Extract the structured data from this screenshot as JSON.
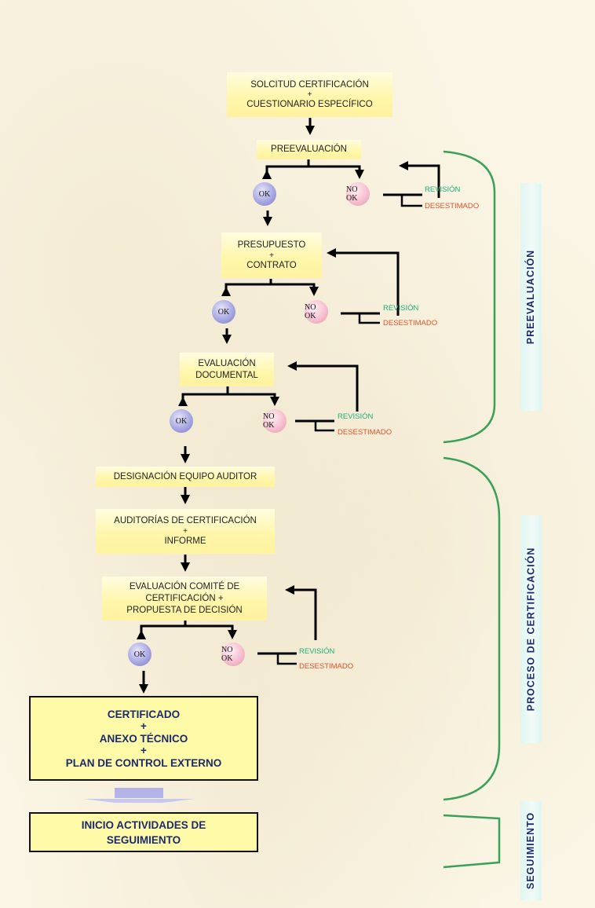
{
  "steps": {
    "solicitud": [
      "SOLCITUD CERTIFICACIÓN",
      "+",
      "CUESTIONARIO ESPECÍFICO"
    ],
    "preevaluacion": "PREEVALUACIÓN",
    "presupuesto": [
      "PRESUPUESTO",
      "+",
      "CONTRATO"
    ],
    "evaluacion_documental": [
      "EVALUACIÓN",
      "DOCUMENTAL"
    ],
    "designacion": "DESIGNACIÓN EQUIPO AUDITOR",
    "auditorias": [
      "AUDITORÍAS DE CERTIFICACIÓN",
      "+",
      "INFORME"
    ],
    "comite": [
      "EVALUACIÓN COMITÉ DE",
      "CERTIFICACIÓN +",
      "PROPUESTA DE DECISIÓN"
    ]
  },
  "decision": {
    "ok": "OK",
    "no_ok": "NO OK",
    "revision": "REVISIÓN",
    "desestimado": "DESESTIMADO"
  },
  "final_box": [
    "CERTIFICADO",
    "+",
    "ANEXO TÉCNICO",
    "+",
    "PLAN DE CONTROL EXTERNO"
  ],
  "followup_box": [
    "INICIO ACTIVIDADES DE",
    "SEGUIMIENTO"
  ],
  "phases": {
    "preevaluacion": "PREEVALUACIÓN",
    "proceso": "PROCESO DE  CERTIFICACIÓN",
    "seguimiento": "SEGUIMIENTO"
  },
  "colors": {
    "box_fill": "#fff6a8",
    "ok_circle": "#a8a8e2",
    "nok_circle": "#f6bfd0",
    "revision_text": "#1fb07a",
    "desestimado_text": "#e0522a",
    "bracket": "#3aa05a",
    "final_text": "#1a2a6c",
    "sidebar_fill": "#dff6f1"
  }
}
